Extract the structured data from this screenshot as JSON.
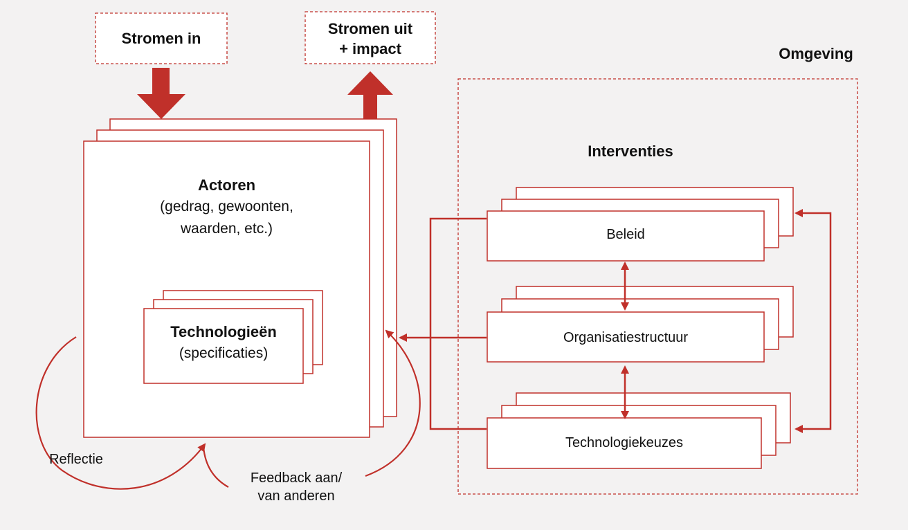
{
  "colors": {
    "accent": "#c0302a",
    "background": "#f3f2f2",
    "box_fill": "#ffffff",
    "text": "#111111"
  },
  "header": {
    "stromen_in": "Stromen in",
    "stromen_uit_line1": "Stromen uit",
    "stromen_uit_line2": "+ impact",
    "omgeving": "Omgeving"
  },
  "actors": {
    "title": "Actoren",
    "line1": "(gedrag, gewoonten,",
    "line2": "waarden, etc.)"
  },
  "technology": {
    "title": "Technologieën",
    "subtitle": "(specificaties)"
  },
  "interventions": {
    "title": "Interventies",
    "items": [
      "Beleid",
      "Organisatiestructuur",
      "Technologiekeuzes"
    ]
  },
  "loops": {
    "reflectie": "Reflectie",
    "feedback_line1": "Feedback aan/",
    "feedback_line2": "van anderen"
  }
}
